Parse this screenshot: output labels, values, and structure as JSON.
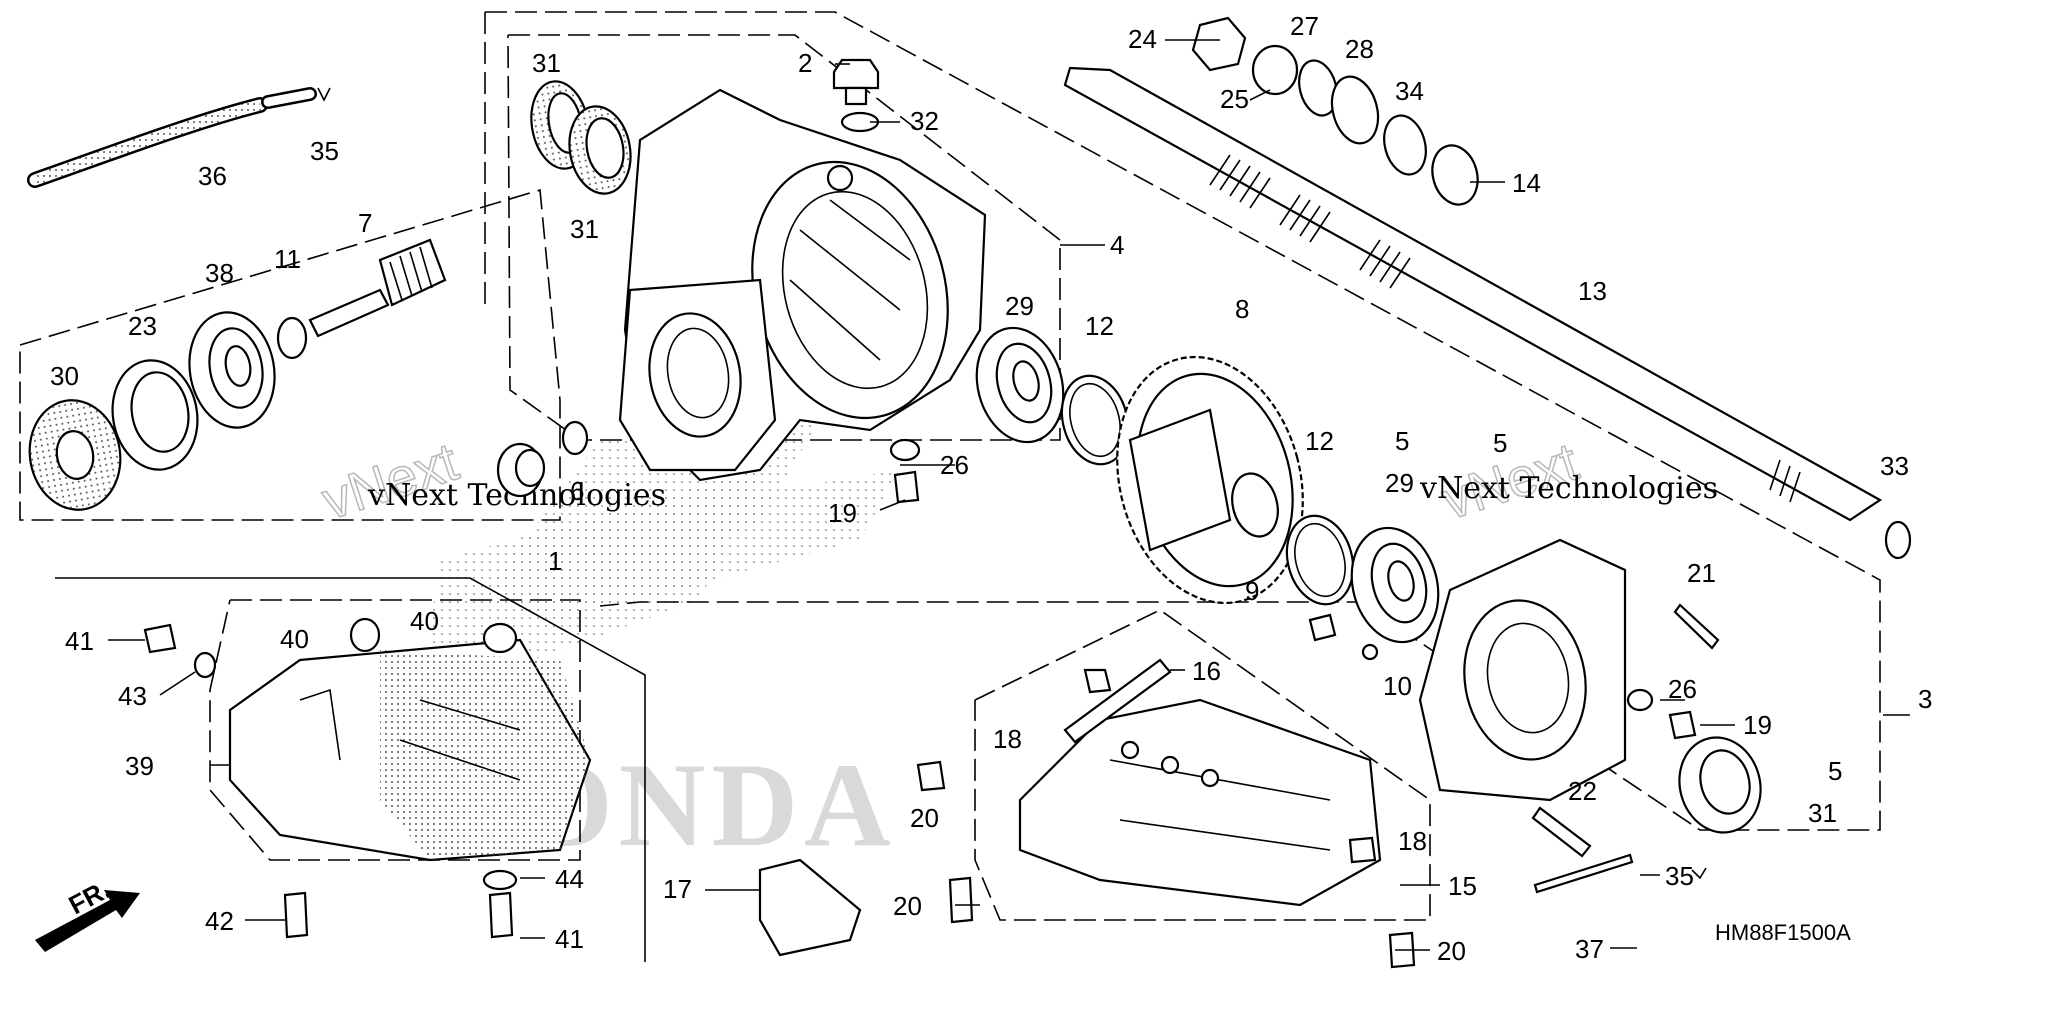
{
  "diagram": {
    "drawing_code": "HM88F1500A",
    "direction_label": "FR.",
    "watermark": {
      "brand": "vNext",
      "company": "vNext Technologies",
      "wordmark": "HONDA"
    },
    "colors": {
      "ink": "#000000",
      "paper": "#ffffff",
      "watermark": "#b8b8b8"
    },
    "callouts": [
      "1",
      "2",
      "3",
      "4",
      "5",
      "5",
      "5",
      "6",
      "7",
      "8",
      "9",
      "10",
      "11",
      "12",
      "12",
      "13",
      "14",
      "15",
      "16",
      "17",
      "18",
      "18",
      "19",
      "19",
      "20",
      "20",
      "20",
      "21",
      "22",
      "23",
      "24",
      "25",
      "26",
      "26",
      "27",
      "28",
      "29",
      "29",
      "30",
      "31",
      "31",
      "31",
      "32",
      "33",
      "34",
      "35",
      "35",
      "36",
      "37",
      "38",
      "39",
      "40",
      "40",
      "41",
      "41",
      "42",
      "43",
      "44"
    ]
  }
}
